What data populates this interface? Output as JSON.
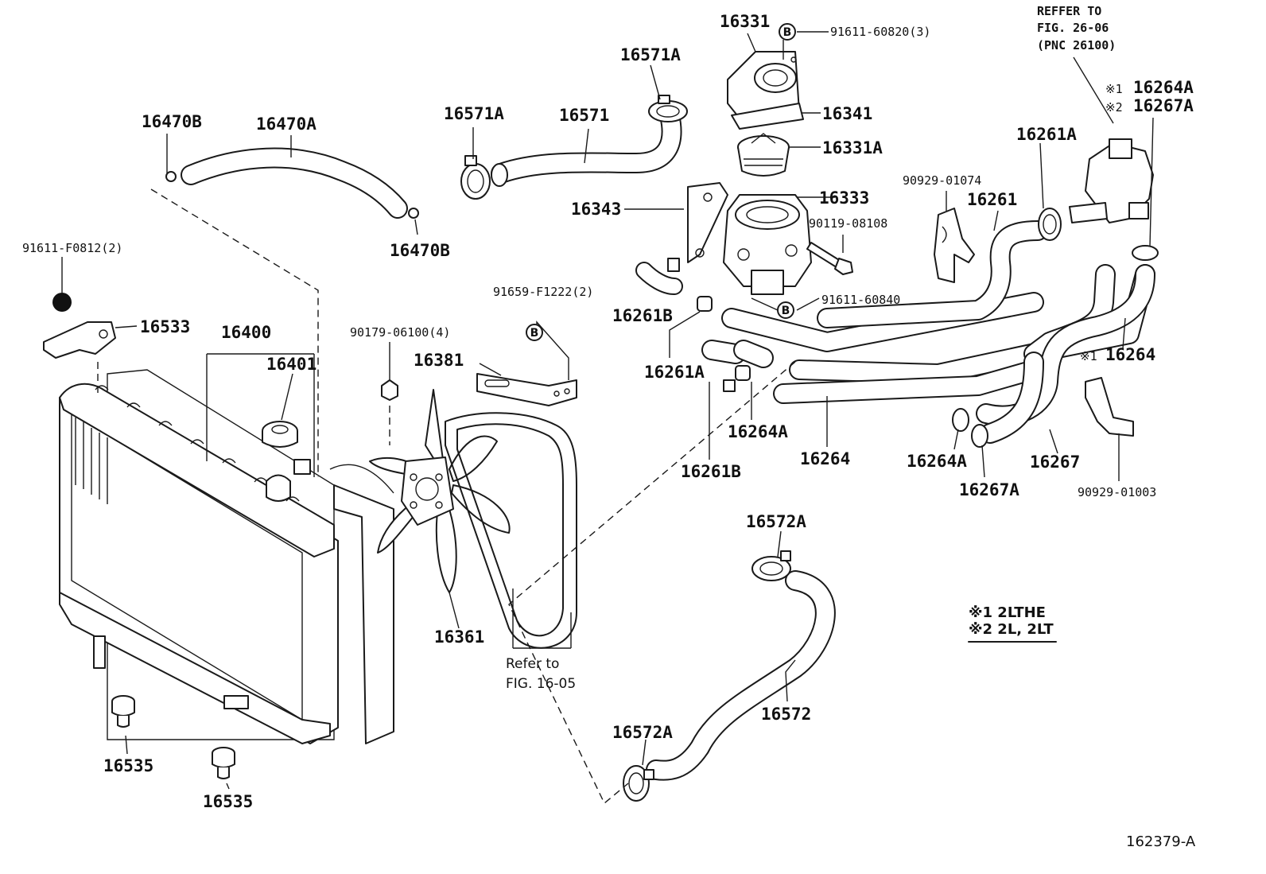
{
  "diagram_id": "162379-A",
  "labels": {
    "p16470B_top": "16470B",
    "p16470A": "16470A",
    "p16470B_bot": "16470B",
    "p91611F0812": "91611-F0812(2)",
    "p16533": "16533",
    "p16400": "16400",
    "p16401": "16401",
    "p16535_a": "16535",
    "p16535_b": "16535",
    "p90179": "90179-06100(4)",
    "p16381": "16381",
    "p91659": "91659-F1222(2)",
    "p16361": "16361",
    "p16571A_left": "16571A",
    "p16571": "16571",
    "p16571A_top": "16571A",
    "p16331": "16331",
    "p91611_60820": "91611-60820(3)",
    "p16341": "16341",
    "p16331A": "16331A",
    "p16343": "16343",
    "p16333": "16333",
    "p90119": "90119-08108",
    "p91611_60840": "91611-60840",
    "p16261B_a": "16261B",
    "p16261A_a": "16261A",
    "p16264A_a": "16264A",
    "p16261B_b": "16261B",
    "p16264_mid": "16264",
    "p90929_01074": "90929-01074",
    "p16261": "16261",
    "p16261A_b": "16261A",
    "p16264A_top": "16264A",
    "p16267A_top": "16267A",
    "p16264_right": "16264",
    "p16264A_b": "16264A",
    "p16267A_b": "16267A",
    "p16267": "16267",
    "p90929_01003": "90929-01003",
    "p16572A_top": "16572A",
    "p16572": "16572",
    "p16572A_bot": "16572A"
  },
  "notes": {
    "refer_26_1": "REFFER TO",
    "refer_26_2": "FIG. 26-06",
    "refer_26_3": "(PNC 26100)",
    "refer_16_1": "Refer to",
    "refer_16_2": "FIG. 16-05",
    "mark1": "※1",
    "mark2": "※2",
    "mark1_right": "※1",
    "b_mark": "B"
  },
  "legend": {
    "line1": "※1 2LTHE",
    "line2": "※2 2L, 2LT"
  }
}
